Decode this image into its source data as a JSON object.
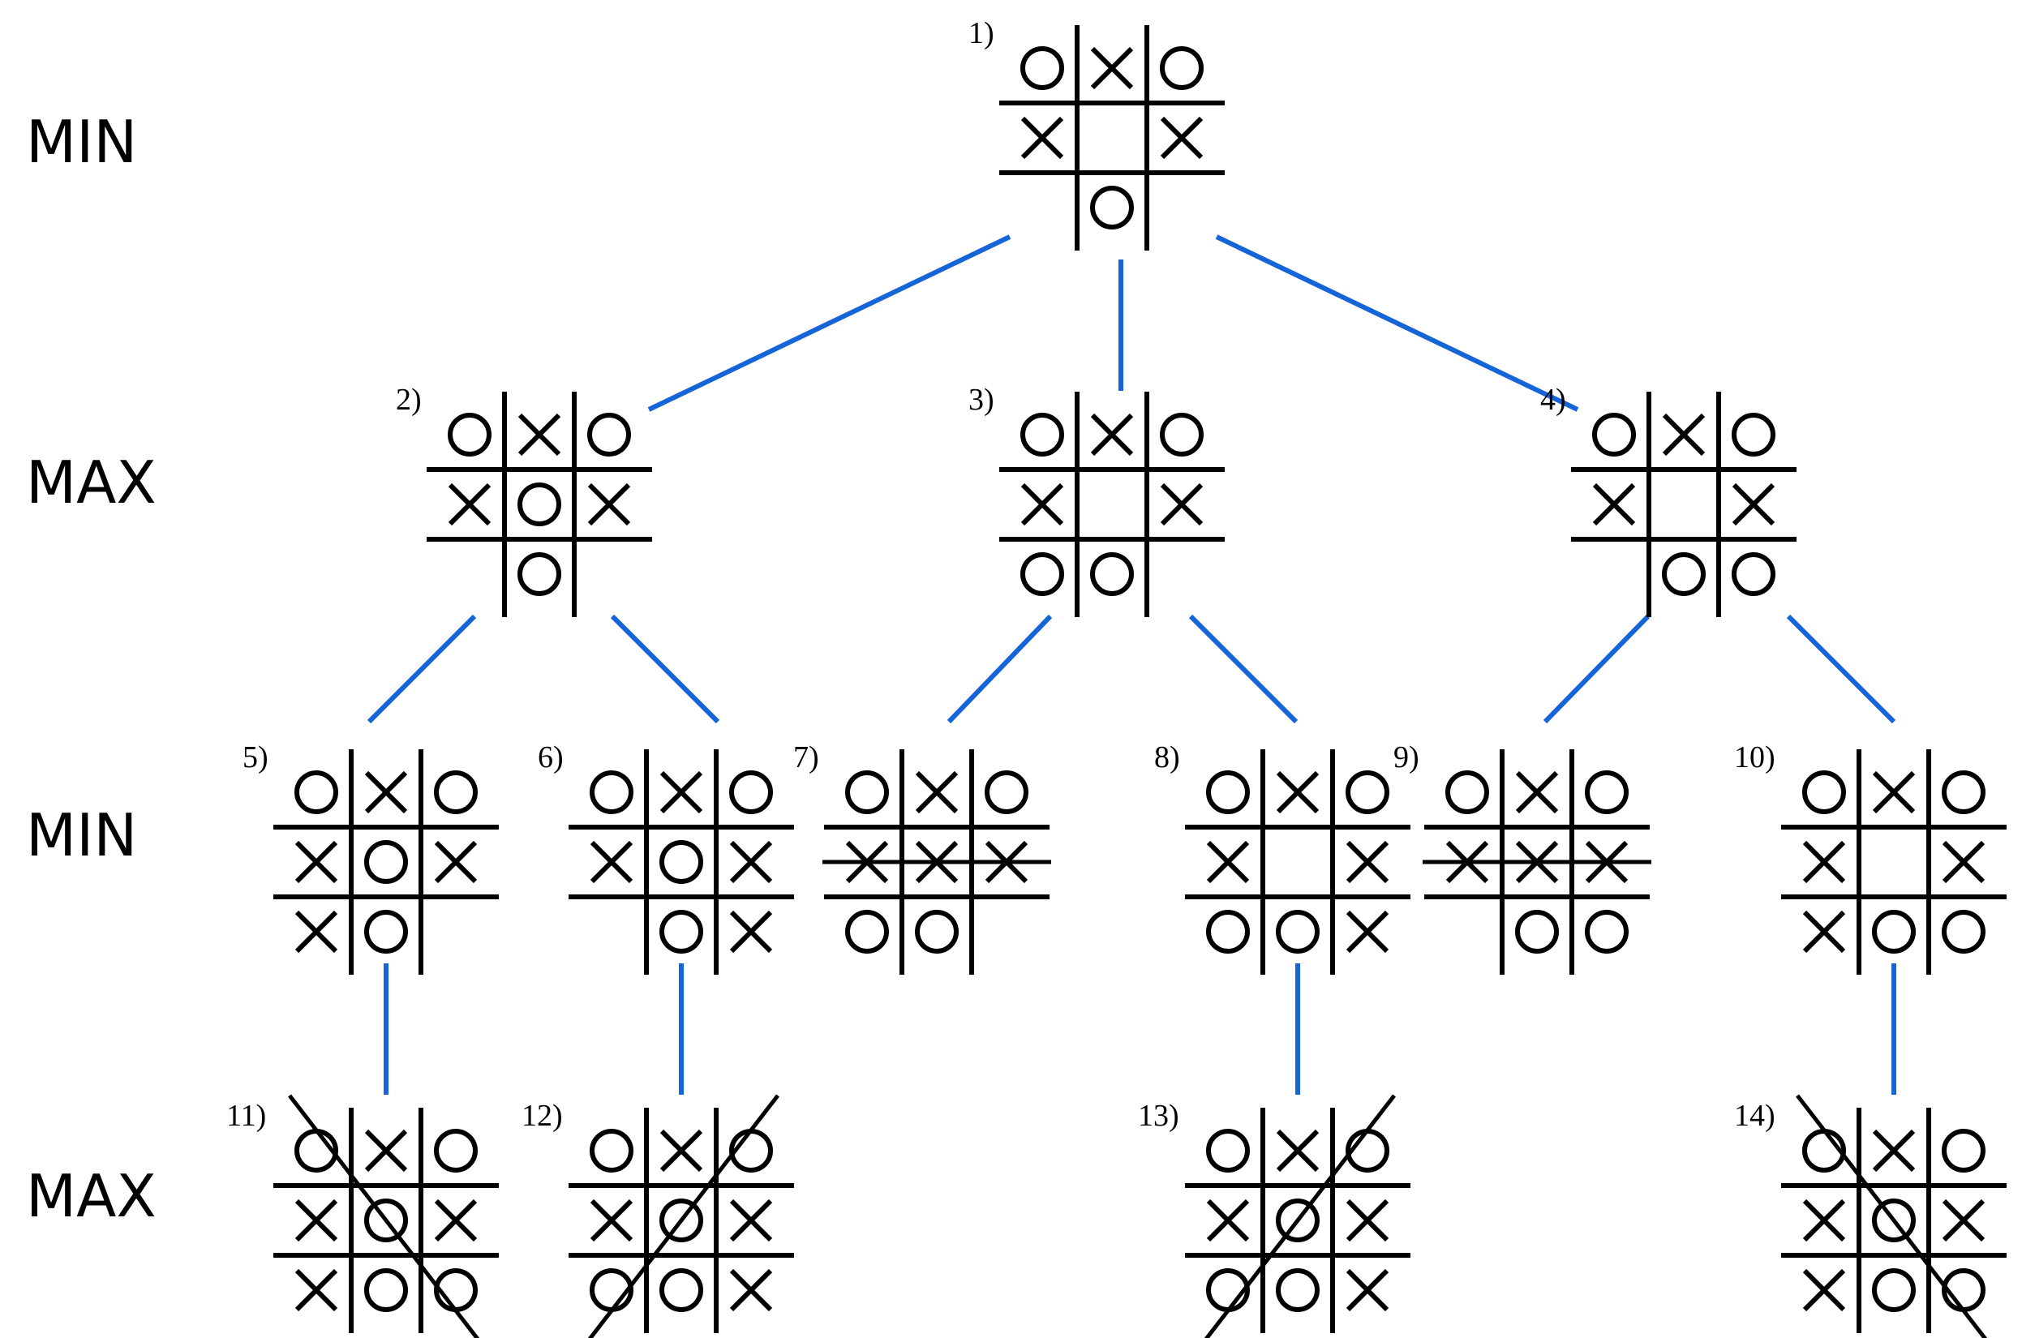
{
  "colors": {
    "edge": "#1565d8",
    "ink": "#000000"
  },
  "levels": [
    {
      "label": "MIN"
    },
    {
      "label": "MAX"
    },
    {
      "label": "MIN"
    },
    {
      "label": "MAX"
    }
  ],
  "nodes": [
    {
      "id": 1,
      "label": "1)",
      "board": [
        "O",
        "X",
        "O",
        "X",
        "",
        "X",
        "",
        "O",
        ""
      ],
      "win": null
    },
    {
      "id": 2,
      "label": "2)",
      "board": [
        "O",
        "X",
        "O",
        "X",
        "O",
        "X",
        "",
        "O",
        ""
      ],
      "win": null
    },
    {
      "id": 3,
      "label": "3)",
      "board": [
        "O",
        "X",
        "O",
        "X",
        "",
        "X",
        "O",
        "O",
        ""
      ],
      "win": null
    },
    {
      "id": 4,
      "label": "4)",
      "board": [
        "O",
        "X",
        "O",
        "X",
        "",
        "X",
        "",
        "O",
        "O"
      ],
      "win": null
    },
    {
      "id": 5,
      "label": "5)",
      "board": [
        "O",
        "X",
        "O",
        "X",
        "O",
        "X",
        "X",
        "O",
        ""
      ],
      "win": null
    },
    {
      "id": 6,
      "label": "6)",
      "board": [
        "O",
        "X",
        "O",
        "X",
        "O",
        "X",
        "",
        "O",
        "X"
      ],
      "win": null
    },
    {
      "id": 7,
      "label": "7)",
      "board": [
        "O",
        "X",
        "O",
        "X",
        "X",
        "X",
        "O",
        "O",
        ""
      ],
      "win": "row-middle"
    },
    {
      "id": 8,
      "label": "8)",
      "board": [
        "O",
        "X",
        "O",
        "X",
        "",
        "X",
        "O",
        "O",
        "X"
      ],
      "win": null
    },
    {
      "id": 9,
      "label": "9)",
      "board": [
        "O",
        "X",
        "O",
        "X",
        "X",
        "X",
        "",
        "O",
        "O"
      ],
      "win": "row-middle"
    },
    {
      "id": 10,
      "label": "10)",
      "board": [
        "O",
        "X",
        "O",
        "X",
        "",
        "X",
        "X",
        "O",
        "O"
      ],
      "win": null
    },
    {
      "id": 11,
      "label": "11)",
      "board": [
        "O",
        "X",
        "O",
        "X",
        "O",
        "X",
        "X",
        "O",
        "O"
      ],
      "win": "diagonal-main"
    },
    {
      "id": 12,
      "label": "12)",
      "board": [
        "O",
        "X",
        "O",
        "X",
        "O",
        "X",
        "O",
        "O",
        "X"
      ],
      "win": "diagonal-anti"
    },
    {
      "id": 13,
      "label": "13)",
      "board": [
        "O",
        "X",
        "O",
        "X",
        "O",
        "X",
        "O",
        "O",
        "X"
      ],
      "win": "diagonal-anti"
    },
    {
      "id": 14,
      "label": "14)",
      "board": [
        "O",
        "X",
        "O",
        "X",
        "O",
        "X",
        "X",
        "O",
        "O"
      ],
      "win": "diagonal-main"
    }
  ],
  "edges": [
    [
      1,
      2
    ],
    [
      1,
      3
    ],
    [
      1,
      4
    ],
    [
      2,
      5
    ],
    [
      2,
      6
    ],
    [
      3,
      7
    ],
    [
      3,
      8
    ],
    [
      4,
      9
    ],
    [
      4,
      10
    ],
    [
      5,
      11
    ],
    [
      6,
      12
    ],
    [
      8,
      13
    ],
    [
      10,
      14
    ]
  ]
}
